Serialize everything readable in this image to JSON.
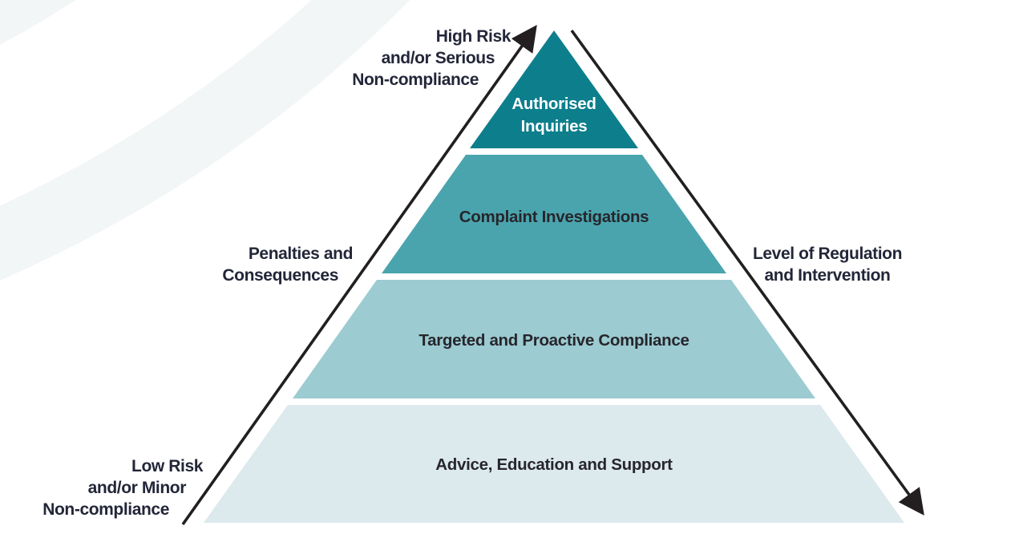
{
  "colors": {
    "tier1": "#0d7e8c",
    "tier2": "#4aa4ae",
    "tier3": "#9ccbd2",
    "tier4": "#dce9ed",
    "arc": "#f2f6f6",
    "arrow": "#231f20",
    "side_label_text": "#232638",
    "tier_text_dark": "#26262b",
    "tier_text_light": "#ffffff"
  },
  "pyramid": {
    "tiers": [
      {
        "level": 1,
        "label": "Authorised Inquiries"
      },
      {
        "level": 2,
        "label": "Complaint Investigations"
      },
      {
        "level": 3,
        "label": "Targeted and Proactive Compliance"
      },
      {
        "level": 4,
        "label": "Advice, Education and Support"
      }
    ]
  },
  "labels": {
    "top_left": {
      "lines": [
        "High Risk",
        "and/or Serious",
        "Non-compliance"
      ]
    },
    "mid_left": {
      "lines": [
        "Penalties and",
        "Consequences"
      ]
    },
    "bottom_left": {
      "lines": [
        "Low Risk",
        "and/or Minor",
        "Non-compliance"
      ]
    },
    "right": {
      "lines": [
        "Level of Regulation",
        "and Intervention"
      ]
    }
  }
}
